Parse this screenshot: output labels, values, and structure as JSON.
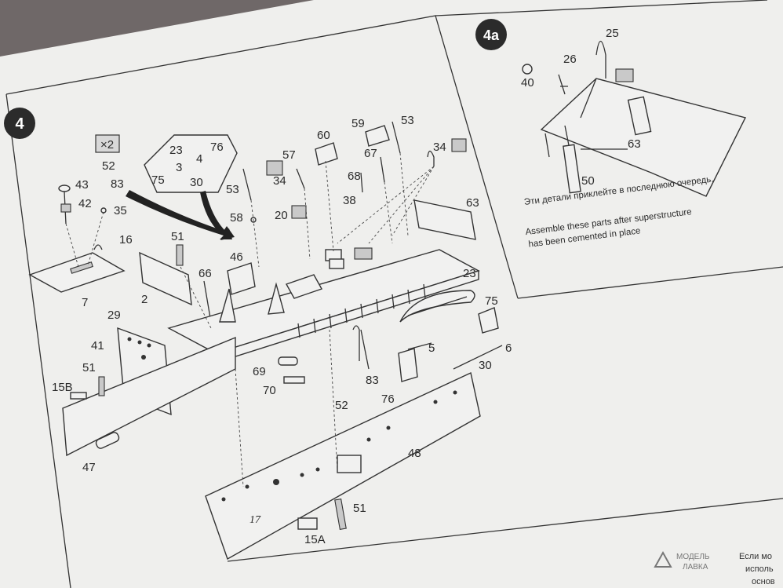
{
  "step_main": {
    "badge": "4"
  },
  "step_inset": {
    "badge": "4a",
    "note_ru": "Эти детали приклейте в последнюю очередь.",
    "note_en_line1": "Assemble these parts after superstructure",
    "note_en_line2": "has been cemented in place"
  },
  "labels": {
    "p4a_25": "25",
    "p4a_26": "26",
    "p4a_40": "40",
    "p4a_63": "63",
    "p4a_50": "50",
    "x2": "×2",
    "p52": "52",
    "p83": "83",
    "c23": "23",
    "c76": "76",
    "c3": "3",
    "c4": "4",
    "c75": "75",
    "c30": "30",
    "p43": "43",
    "p42": "42",
    "p35": "35",
    "p16": "16",
    "p7": "7",
    "p51a": "51",
    "p2": "2",
    "p66": "66",
    "p46": "46",
    "p29": "29",
    "p41": "41",
    "p51b": "51",
    "p15b": "15B",
    "p47": "47",
    "p53a": "53",
    "p58": "58",
    "p57": "57",
    "p34a": "34",
    "p20": "20",
    "p60": "60",
    "p38": "38",
    "p68": "68",
    "p59": "59",
    "p67": "67",
    "p53b": "53",
    "p34b": "34",
    "p63": "63",
    "p23": "23",
    "p75": "75",
    "p5": "5",
    "p6": "6",
    "p30": "30",
    "p69": "69",
    "p70": "70",
    "p83b": "83",
    "p52b": "52",
    "p76": "76",
    "p48": "48",
    "p51c": "51",
    "p15a": "15A",
    "deck17": "17"
  },
  "footer": {
    "brand_line1": "МОДЕЛЬ",
    "brand_line2": "ЛАВКА",
    "text_line1": "Если мо",
    "text_line2": "исполь",
    "text_line3": "основ"
  }
}
